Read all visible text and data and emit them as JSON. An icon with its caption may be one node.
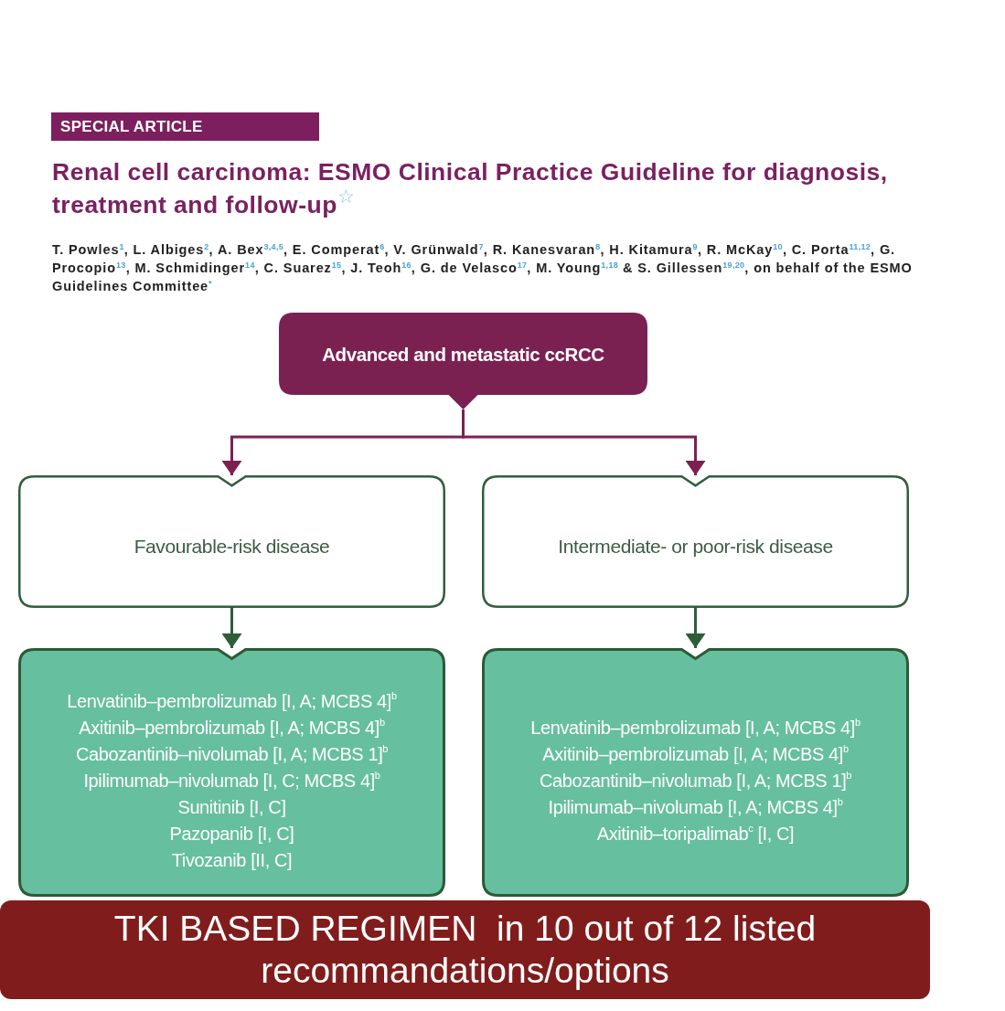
{
  "diagram": {
    "title": "Renal cell carcinoma: ESMO Clinical Practice Guideline for diagnosis, treatment and follow-up$^{☆}$",
    "nodes": [
      {
        "text": [
          "SPECIAL ARTICLE"
        ]
      },
      {
        "text": [
          "Advanced and metastatic ccRCC"
        ]
      },
      {
        "text": [
          "Favourable-risk disease"
        ]
      },
      {
        "text": [
          "Intermediate- or poor-risk disease"
        ]
      },
      {
        "text": [
          "Lenvatinib–pembrolizumab [I, A; MCBS 4]$^{b}$",
          "Axitinib–pembrolizumab [I, A; MCBS 4]$^{b}$",
          "Cabozantinib–nivolumab [I, A; MCBS 1]$^{b}$",
          "Ipilimumab–nivolumab [I, C; MCBS 4]$^{b}$",
          "Sunitinib [I, C]",
          "Pazopanib [I, C]",
          "Tivozanib [II, C]"
        ]
      },
      {
        "text": [
          "Lenvatinib–pembrolizumab [I, A; MCBS 4]$^{b}$",
          "Axitinib–pembrolizumab [I, A; MCBS 4]$^{b}$",
          "Cabozantinib–nivolumab [I, A; MCBS 1]$^{b}$",
          "Ipilimumab–nivolumab [I, A; MCBS 4]$^{b}$",
          "Axitinib–toripalimab$^{c}$ [I, C]"
        ]
      },
      {
        "text": [
          "TKI BASED REGIMEN  in 10 out of 12 listed recommandations/options"
        ]
      }
    ],
    "edges": [
      {
        "from": 1,
        "to": 2,
        "arrow": "to",
        "color": "#7b2152"
      },
      {
        "from": 1,
        "to": 3,
        "arrow": "to",
        "color": "#7b2152"
      },
      {
        "from": 2,
        "to": 4,
        "arrow": "to",
        "color": "#2d5e38"
      },
      {
        "from": 3,
        "to": 5,
        "arrow": "to",
        "color": "#2d5e38"
      }
    ],
    "labels": [
      "T. Powles$^{1}$, L. Albiges$^{2}$, A. Bex$^{3,4,5}$, E. Comperat$^{6}$, V. Grünwald$^{7}$, R. Kanesvaran$^{8}$, H. Kitamura$^{9}$, R. McKay$^{10}$, C. Porta$^{11,12}$, G. Procopio$^{13}$, M. Schmidinger$^{14}$, C. Suarez$^{15}$, J. Teoh$^{16}$, G. de Velasco$^{17}$, M. Young$^{1,18}$ & S. Gillessen$^{19,20}$, on behalf of the ESMO Guidelines Committee$^{*}$"
    ]
  }
}
